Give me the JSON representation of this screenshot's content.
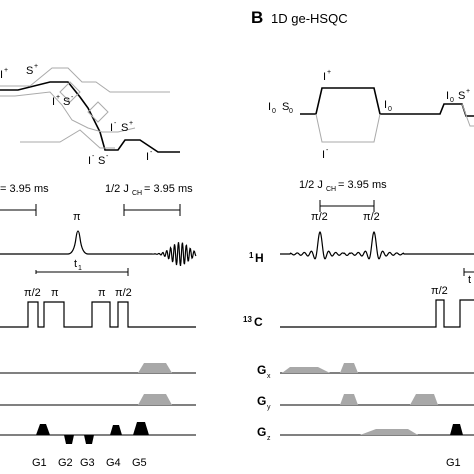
{
  "panel_b": {
    "letter": "B",
    "title": "1D ge-HSQC"
  },
  "coherence_a": {
    "labels": [
      "I",
      "S",
      "I",
      "S",
      "I",
      "S",
      "I",
      "S",
      "I"
    ],
    "supers": [
      "+",
      "+",
      "+",
      "-",
      "-",
      "+",
      "-",
      "-",
      "-"
    ]
  },
  "coherence_b": {
    "labels": [
      "I",
      "S",
      "I",
      "I",
      "I",
      "S",
      "I"
    ],
    "subs": [
      "0",
      "0",
      "",
      "0",
      "0",
      "",
      ""
    ],
    "supers": [
      "",
      "",
      "+",
      "",
      "",
      "+",
      "-"
    ]
  },
  "delay_a": {
    "left_text": "= 3.95 ms",
    "right_prefix": "1/2 J",
    "right_sub": "CH",
    "right_value": "= 3.95 ms"
  },
  "delay_b": {
    "prefix": "1/2 J",
    "sub": "CH",
    "value": "= 3.95 ms"
  },
  "pulses": {
    "pi": "π",
    "pi2": "π/2",
    "t1": "t",
    "t1_sub": "1",
    "t_trunc": "t"
  },
  "channels": {
    "h": "H",
    "h_mass": "1",
    "c": "C",
    "c_mass": "13"
  },
  "gradients": {
    "g": "G",
    "x": "x",
    "y": "y",
    "z": "z"
  },
  "gradient_labels_a": [
    "G1",
    "G2",
    "G3",
    "G4",
    "G5"
  ],
  "gradient_label_b": "G1"
}
